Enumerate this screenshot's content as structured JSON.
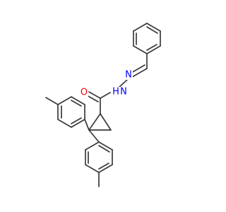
{
  "molecule": {
    "atoms": {
      "oxygen": "O",
      "nitrogen_amide": "N",
      "hydrogen_amide": "H",
      "nitrogen_imine": "N"
    },
    "colors": {
      "bond": "#3a3a3a",
      "oxygen": "#ff0000",
      "nitrogen": "#0000ff",
      "carbon": "#3a3a3a",
      "background": "#ffffff"
    }
  }
}
